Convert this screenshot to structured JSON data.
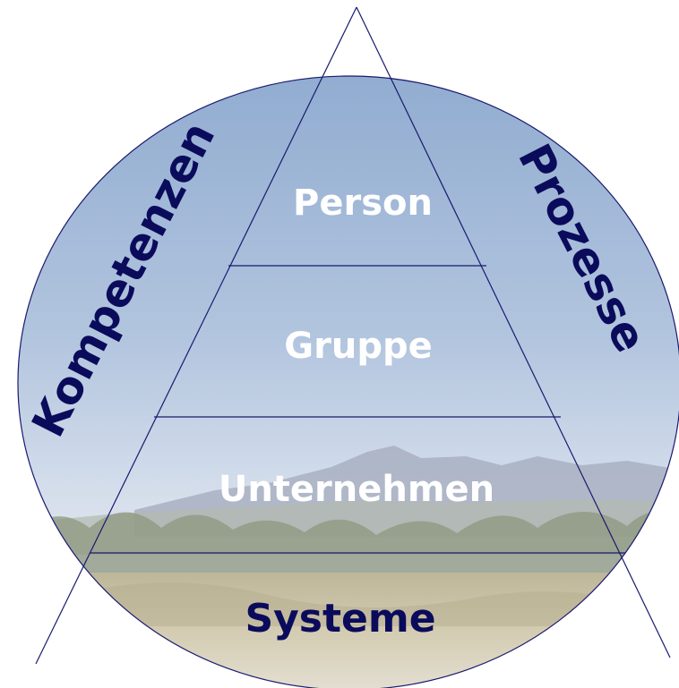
{
  "diagram": {
    "levels": [
      {
        "key": "person",
        "label": "Person"
      },
      {
        "key": "gruppe",
        "label": "Gruppe"
      },
      {
        "key": "unternehmen",
        "label": "Unternehmen"
      },
      {
        "key": "systeme",
        "label": "Systeme"
      }
    ],
    "left_label": "Kompetenzen",
    "right_label": "Prozesse"
  },
  "colors": {
    "navy": "#0b0b5c",
    "line": "#1a1a6e",
    "white_text": "#ffffff",
    "sky_top": "#7f9fc9",
    "sky_bottom": "#d2dcea",
    "ground": "#c7bc9a"
  }
}
